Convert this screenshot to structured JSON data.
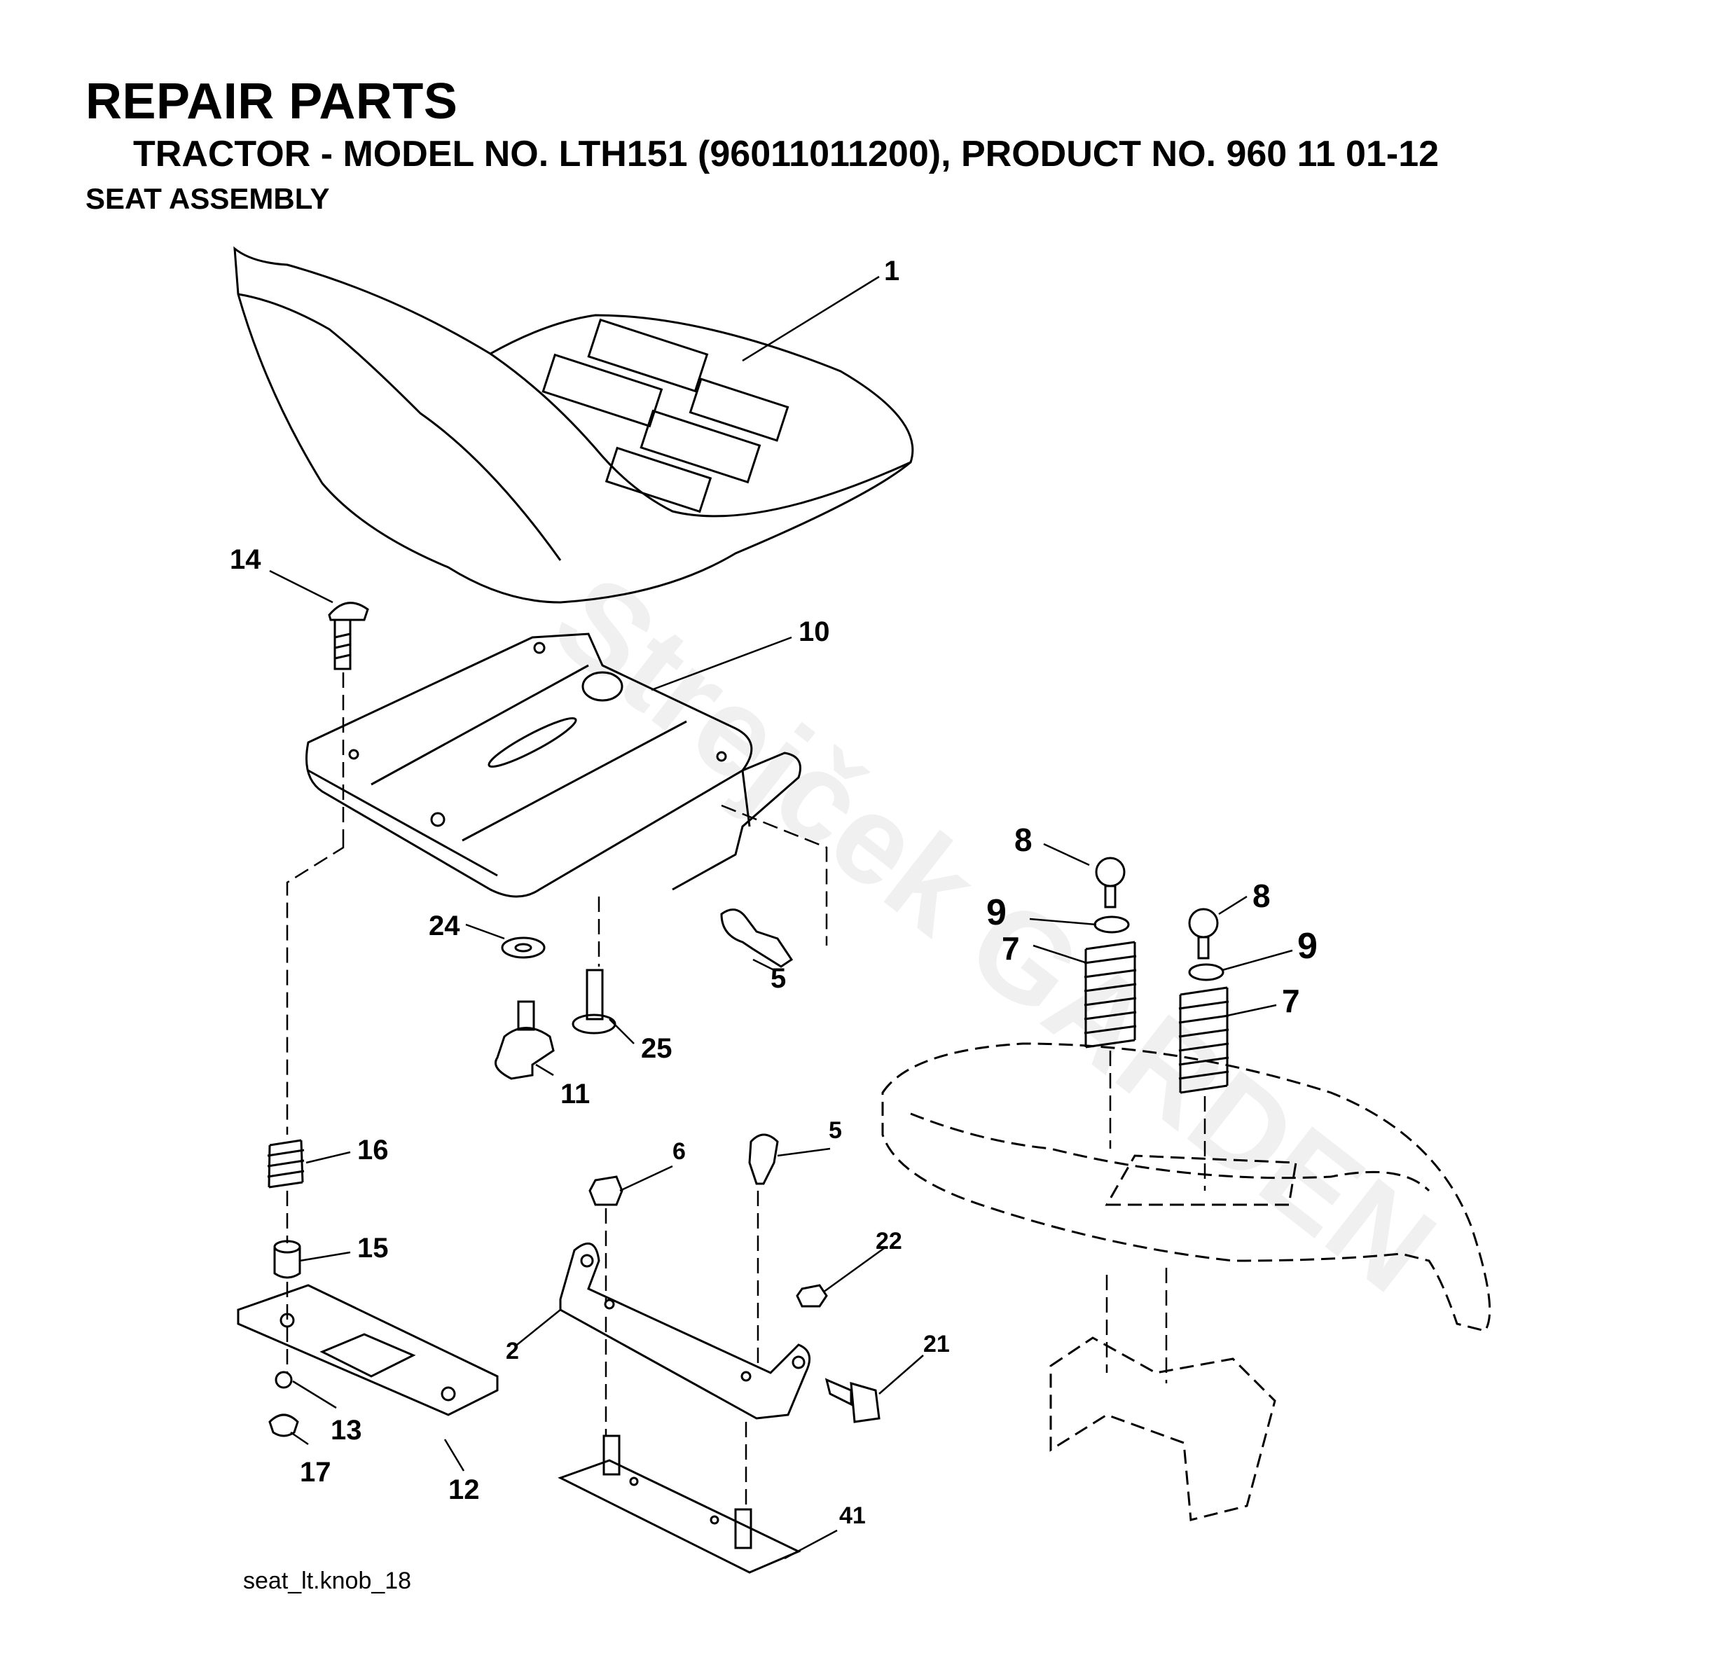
{
  "header": {
    "title": "REPAIR PARTS",
    "subtitle": "TRACTOR - MODEL NO. LTH151 (96011011200), PRODUCT NO. 960 11 01-12",
    "section": "SEAT ASSEMBLY"
  },
  "diagram": {
    "footer_code": "seat_lt.knob_18",
    "watermark": "Strejček GARDEN",
    "callouts": {
      "c1": "1",
      "c14": "14",
      "c10": "10",
      "c8a": "8",
      "c8b": "8",
      "c9a": "9",
      "c9b": "9",
      "c7a": "7",
      "c7b": "7",
      "c24": "24",
      "c5a": "5",
      "c25": "25",
      "c11": "11",
      "c16": "16",
      "c6": "6",
      "c5b": "5",
      "c15": "15",
      "c22": "22",
      "c2": "2",
      "c21": "21",
      "c13": "13",
      "c17": "17",
      "c12": "12",
      "c41": "41"
    }
  }
}
